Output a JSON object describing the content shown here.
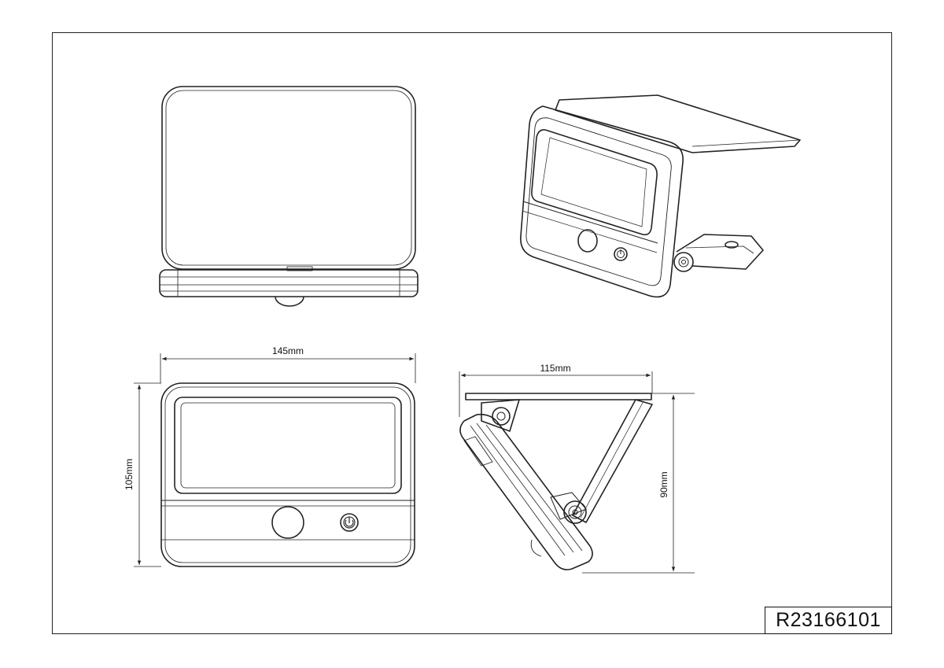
{
  "drawing": {
    "part_number": "R23166101",
    "dimensions": {
      "width": "145mm",
      "height": "105mm",
      "depth": "115mm",
      "side_height": "90mm"
    }
  },
  "colors": {
    "line": "#222222",
    "background": "#ffffff"
  }
}
